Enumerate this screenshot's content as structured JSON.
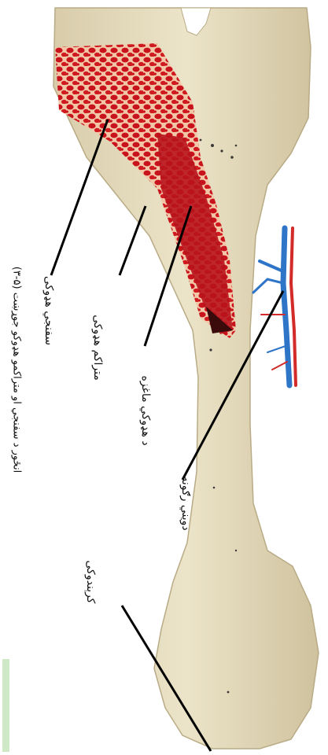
{
  "labels": {
    "spongy_bone": "سفنجي هډوکی",
    "compact_bone": "متراکم هډوکی",
    "bone_marrow": "د هډوکي ماغزه",
    "blood_vessels": "دويني رګونه",
    "cartilage": "کرېندوکی"
  },
  "caption": "(۳-۵) انځور د سفنجي او متراکمو هډوکو جوړښت",
  "colors": {
    "bone": "#e7ddbf",
    "spongy": "#c9131c",
    "marrow": "#b8141d",
    "vein": "#2e74c7",
    "artery": "#d32a2a",
    "green_bar": "#cfe8c6"
  }
}
